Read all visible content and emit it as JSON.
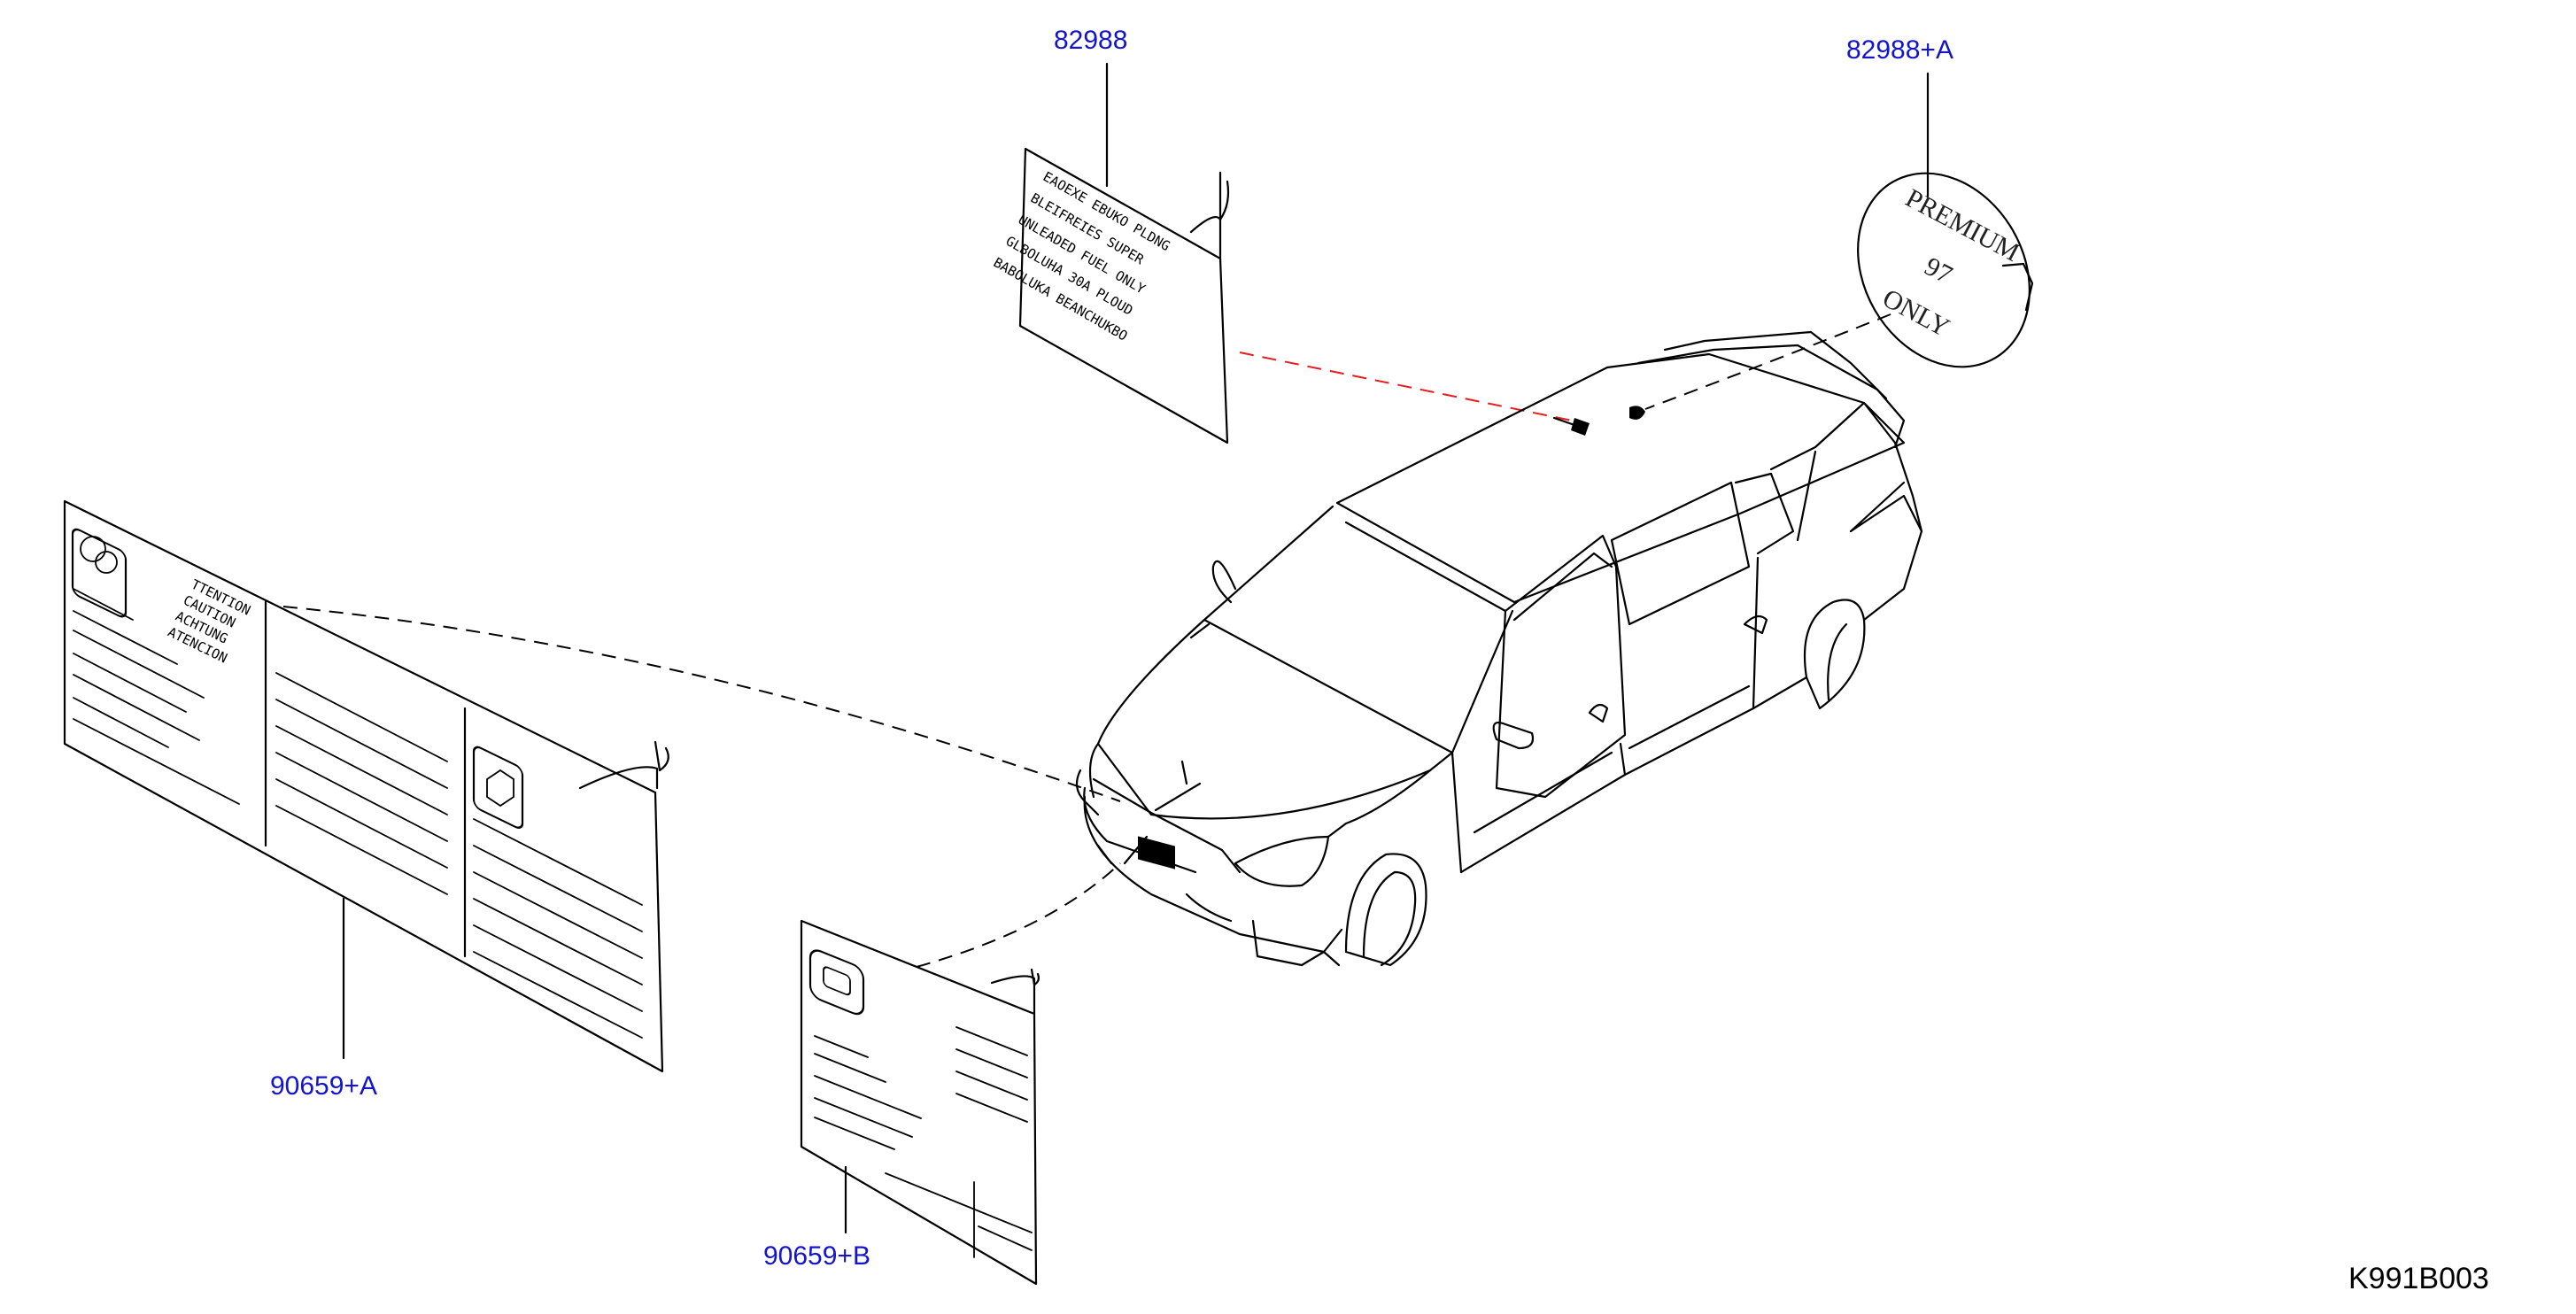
{
  "diagram_id": "K991B003",
  "callouts": {
    "label_82988": "82988",
    "label_82988_a": "82988+A",
    "label_90659_a": "90659+A",
    "label_90659_b": "90659+B"
  },
  "fuel_label_lines": [
    "EAOEXE EBUKO PLDNG",
    "BLEIFREIES SUPER",
    "UNLEADED FUEL ONLY",
    "GLBOLUHA 30A PLOUD",
    "BABOLUKA BEANCHUKBO"
  ],
  "premium_badge": {
    "line1": "PREMIUM",
    "line2": "97",
    "line3": "ONLY"
  },
  "warning_label_lines": [
    "TTENTION",
    "CAUTION",
    "ACHTUNG",
    "ATENCION"
  ],
  "colors": {
    "callout_text": "#1414cc",
    "leader_red": "#e81c1c",
    "line": "#000000"
  }
}
